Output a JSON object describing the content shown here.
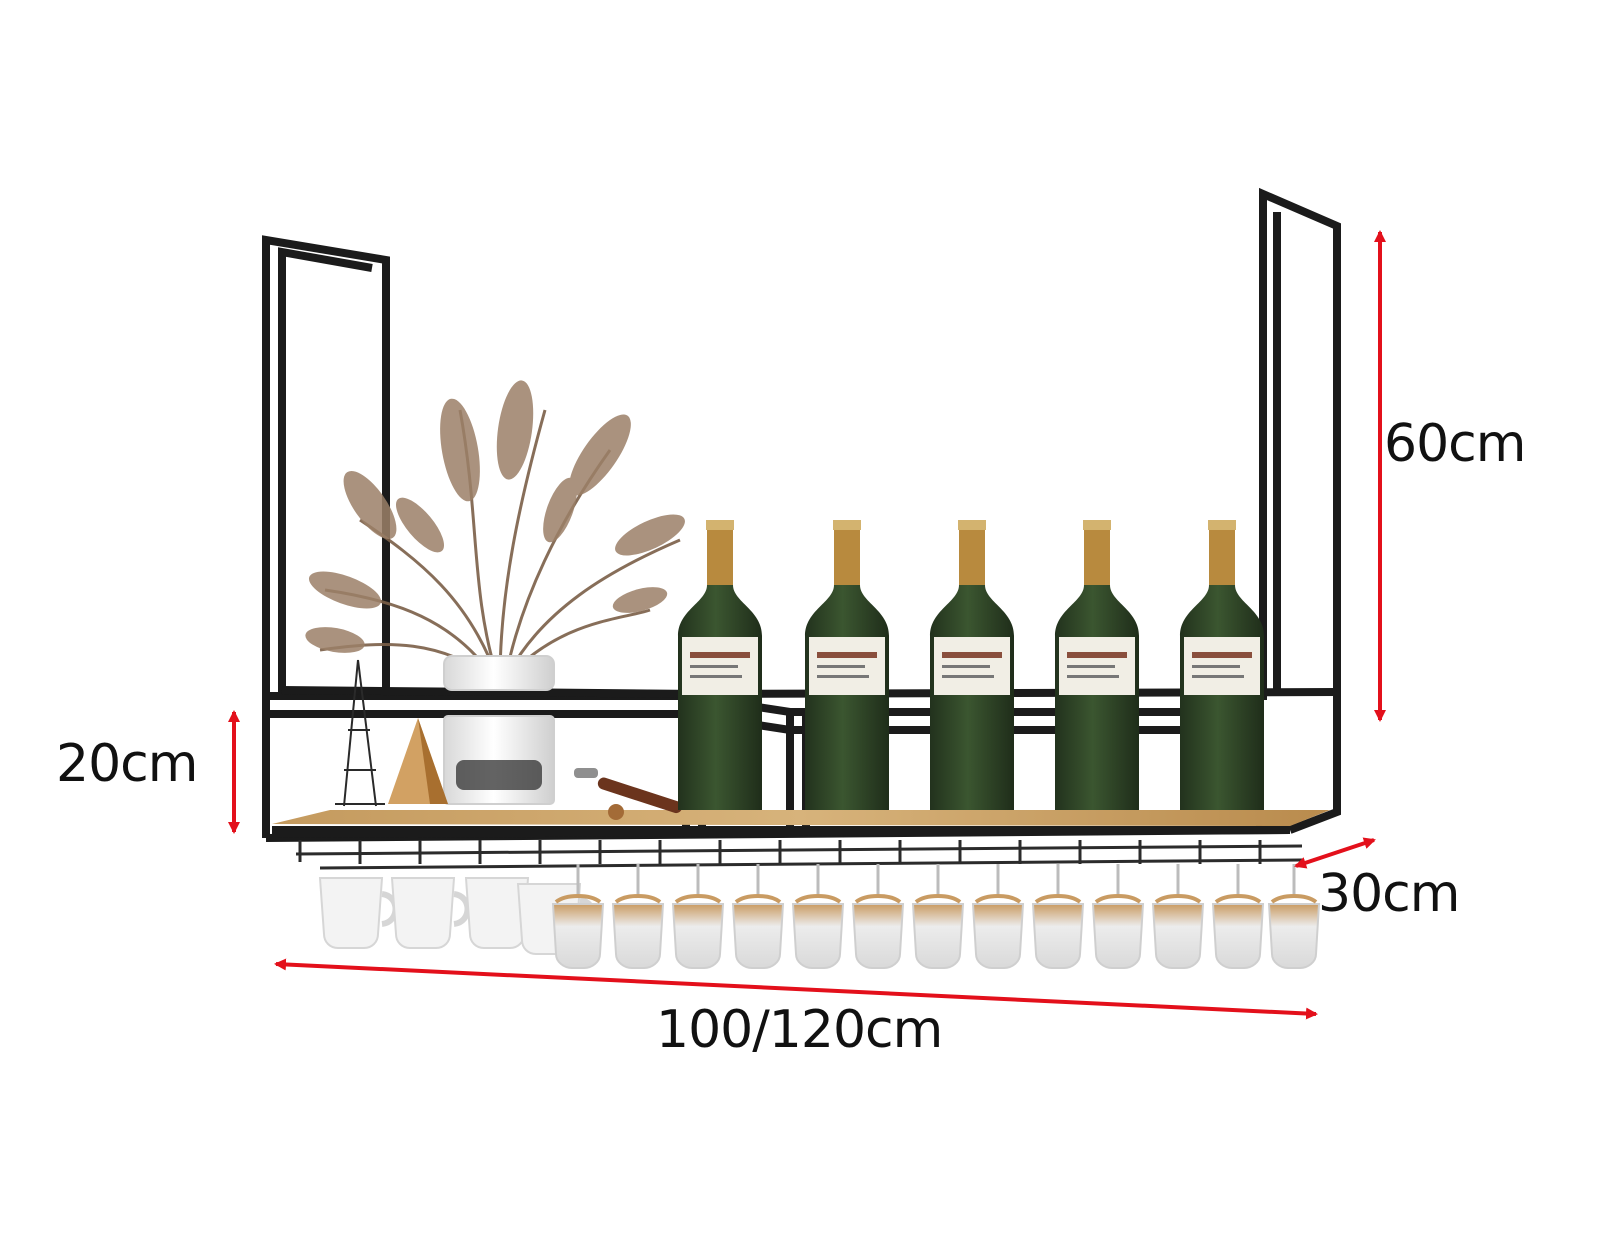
{
  "dimensions": {
    "height_label": "60cm",
    "shelf_height_label": "20cm",
    "depth_label": "30cm",
    "width_label": "100/120cm"
  },
  "colors": {
    "frame": "#1b1b1b",
    "arrow": "#e3101b",
    "wood": "#c9a46b",
    "bottle": "#2f4528",
    "bottle_cap": "#b88a3e",
    "plant": "#9c8068",
    "vase": "#efefef",
    "glass": "#e6e6e6",
    "glass_amber": "#d6a569"
  },
  "icons": {
    "product": "wine-rack-icon",
    "bottle": "wine-bottle-icon",
    "glass": "wine-glass-icon",
    "cup": "cup-icon",
    "plant": "plant-icon"
  }
}
